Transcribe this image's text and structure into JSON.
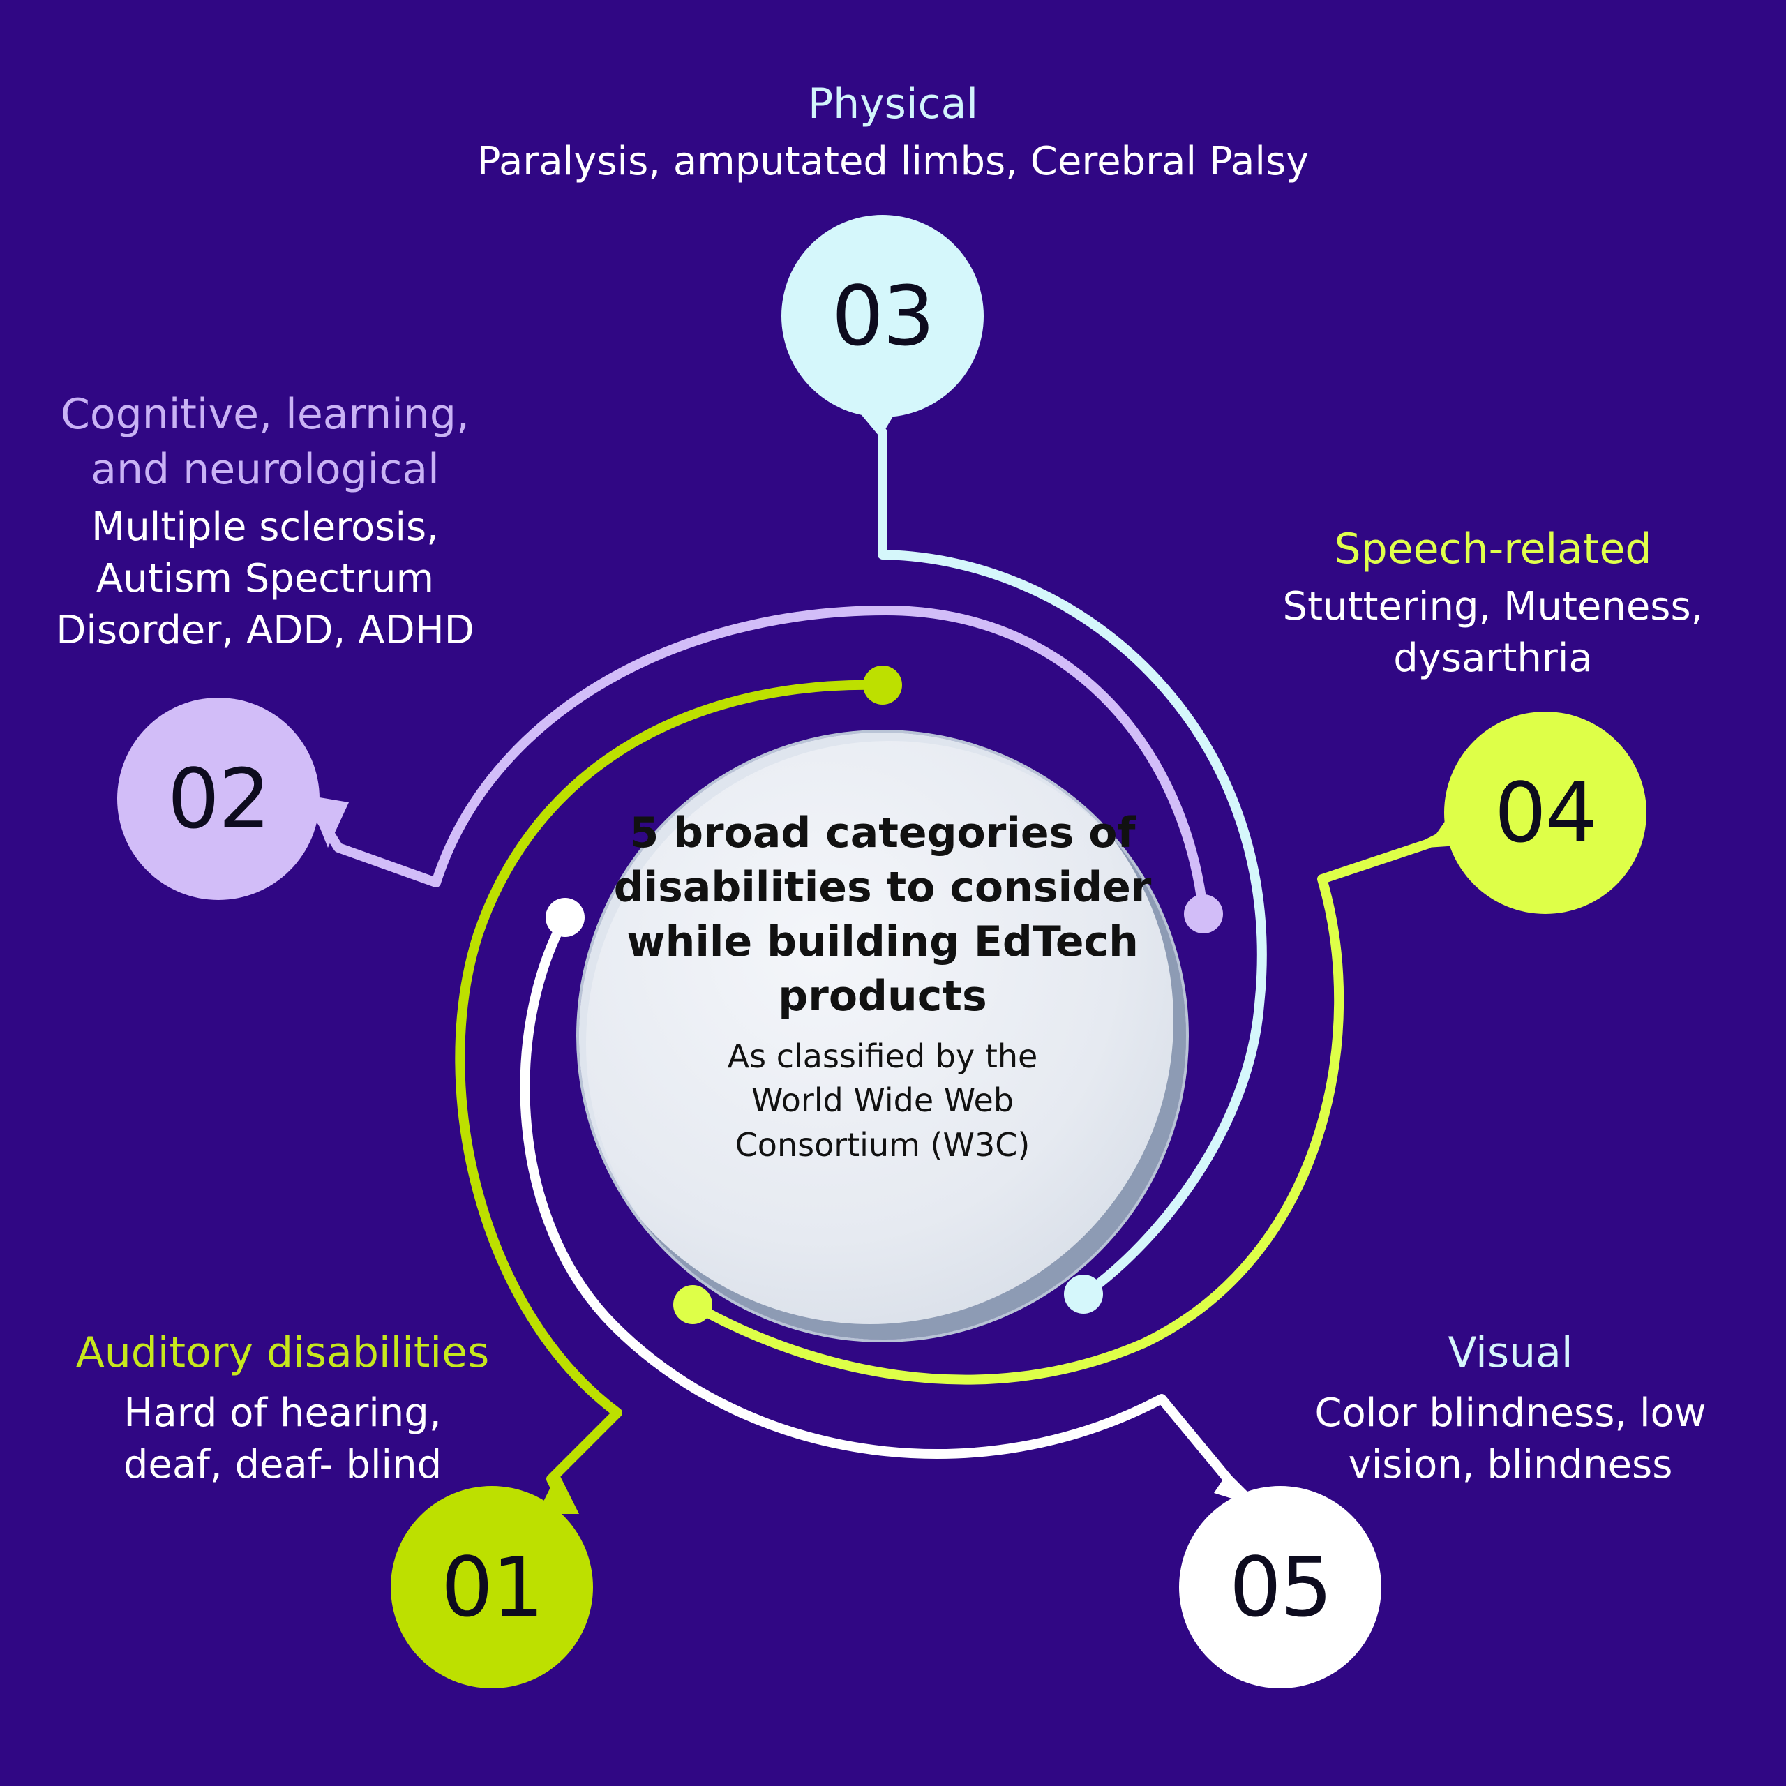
{
  "center": {
    "title": "5 broad categories of disabilities to consider while building EdTech products",
    "subtitle": "As classified by the World Wide Web Consortium (W3C)"
  },
  "categories": [
    {
      "number": "01",
      "heading": "Auditory disabilities",
      "description": "Hard of hearing, deaf, deaf- blind",
      "color": "#bde000",
      "heading_color": "#c7e81d"
    },
    {
      "number": "02",
      "heading": "Cognitive, learning, and neurological",
      "description": "Multiple sclerosis, Autism Spectrum Disorder, ADD, ADHD",
      "color": "#d2bdf8",
      "heading_color": "#c9b3f5"
    },
    {
      "number": "03",
      "heading": "Physical",
      "description": "Paralysis, amputated limbs, Cerebral Palsy",
      "color": "#d5f7fb",
      "heading_color": "#d2f4fb"
    },
    {
      "number": "04",
      "heading": "Speech-related",
      "description": "Stuttering, Muteness, dysarthria",
      "color": "#deff48",
      "heading_color": "#e0ff4c"
    },
    {
      "number": "05",
      "heading": "Visual",
      "description": "Color blindness, low vision, blindness",
      "color": "#ffffff",
      "heading_color": "#d6f6fc"
    }
  ],
  "background_color": "#300784"
}
